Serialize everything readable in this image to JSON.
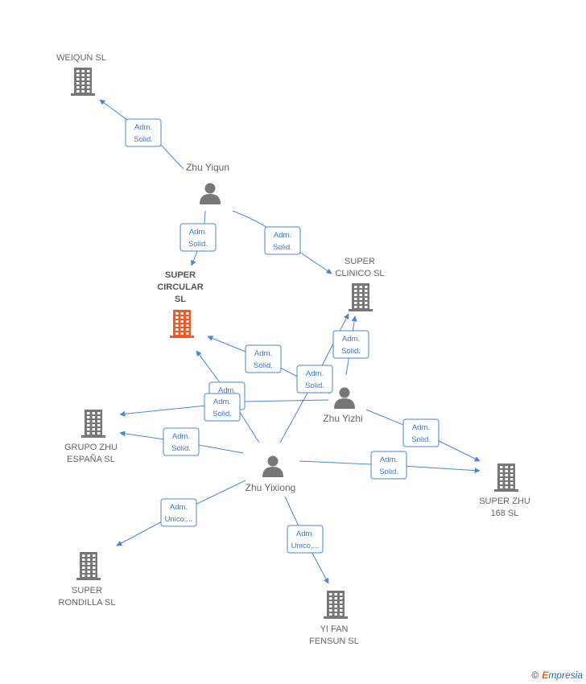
{
  "nodes": [
    {
      "id": "weiqun",
      "kind": "company",
      "lines": [
        "WEIQUN  SL"
      ]
    },
    {
      "id": "zhu_yiqun",
      "kind": "person",
      "lines": [
        "Zhu Yiqun"
      ]
    },
    {
      "id": "super_circular",
      "kind": "company_main",
      "lines": [
        "SUPER",
        "CIRCULAR",
        "SL"
      ]
    },
    {
      "id": "super_clinico",
      "kind": "company",
      "lines": [
        "SUPER",
        "CLINICO  SL"
      ]
    },
    {
      "id": "zhu_yizhi",
      "kind": "person",
      "lines": [
        "Zhu Yizhi"
      ]
    },
    {
      "id": "grupo_zhu",
      "kind": "company",
      "lines": [
        "GRUPO ZHU",
        "ESPAÑA SL"
      ]
    },
    {
      "id": "zhu_yixiong",
      "kind": "person",
      "lines": [
        "Zhu Yixiong"
      ]
    },
    {
      "id": "super_zhu_168",
      "kind": "company",
      "lines": [
        "SUPER ZHU",
        "168  SL"
      ]
    },
    {
      "id": "super_rondilla",
      "kind": "company",
      "lines": [
        "SUPER",
        "RONDILLA  SL"
      ]
    },
    {
      "id": "yi_fan_fensun",
      "kind": "company",
      "lines": [
        "YI FAN",
        "FENSUN  SL"
      ]
    }
  ],
  "edges": [
    {
      "from": "zhu_yiqun",
      "to": "weiqun",
      "label": [
        "Adm.",
        "Solid."
      ]
    },
    {
      "from": "zhu_yiqun",
      "to": "super_circular",
      "label": [
        "Adm.",
        "Solid."
      ]
    },
    {
      "from": "zhu_yiqun",
      "to": "super_clinico",
      "label": [
        "Adm.",
        "Solid."
      ]
    },
    {
      "from": "zhu_yizhi",
      "to": "super_clinico",
      "label": [
        "Adm.",
        "Solid."
      ]
    },
    {
      "from": "zhu_yixiong",
      "to": "super_clinico",
      "label": [
        "Adm.",
        "Solid."
      ]
    },
    {
      "from": "zhu_yizhi",
      "to": "super_circular",
      "label": [
        "Adm.",
        "Solid."
      ]
    },
    {
      "from": "zhu_yixiong",
      "to": "super_circular",
      "label": [
        "Adm.",
        "Solid."
      ]
    },
    {
      "from": "zhu_yizhi",
      "to": "grupo_zhu",
      "label": [
        "Adm.",
        "Solid."
      ]
    },
    {
      "from": "zhu_yixiong",
      "to": "grupo_zhu",
      "label": [
        "Adm.",
        "Solid."
      ]
    },
    {
      "from": "zhu_yizhi",
      "to": "super_zhu_168",
      "label": [
        "Adm.",
        "Solid."
      ]
    },
    {
      "from": "zhu_yixiong",
      "to": "super_zhu_168",
      "label": [
        "Adm.",
        "Solid."
      ]
    },
    {
      "from": "zhu_yixiong",
      "to": "super_rondilla",
      "label": [
        "Adm.",
        "Unico,..."
      ]
    },
    {
      "from": "zhu_yixiong",
      "to": "yi_fan_fensun",
      "label": [
        "Adm.",
        "Unico,..."
      ]
    }
  ],
  "colors": {
    "edge": "#4a86d6",
    "company": "#777777",
    "company_main": "#f05a28",
    "person": "#777777"
  },
  "watermark": {
    "copyright": "©",
    "brand_initial": "E",
    "brand_rest": "mpresia"
  }
}
